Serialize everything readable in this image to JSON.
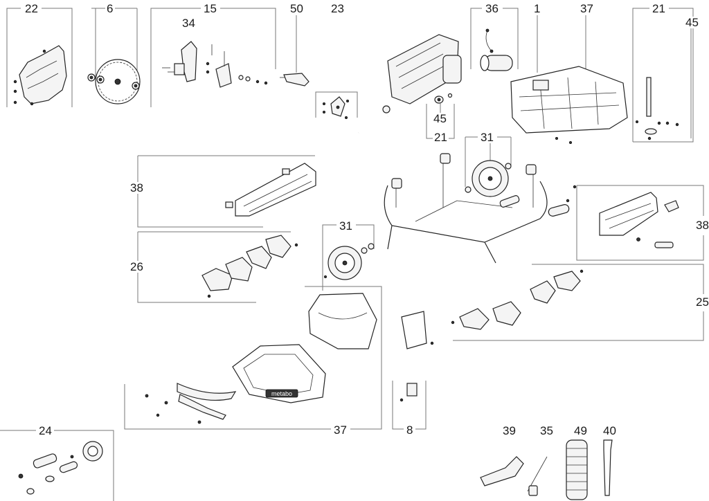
{
  "diagram": {
    "labels": {
      "p22": "22",
      "p6": "6",
      "p15": "15",
      "p34": "34",
      "p50": "50",
      "p23": "23",
      "p36": "36",
      "p1": "1",
      "p37_top": "37",
      "p21_right": "21",
      "p45_right": "45",
      "p45_mid": "45",
      "p21_mid": "21",
      "p31_top": "31",
      "p38_left": "38",
      "p38_right": "38",
      "p26": "26",
      "p31_mid": "31",
      "p25": "25",
      "p37_bottom": "37",
      "p8": "8",
      "p24": "24",
      "p39": "39",
      "p35": "35",
      "p49": "49",
      "p40": "40"
    },
    "brand_text": "metabo"
  }
}
